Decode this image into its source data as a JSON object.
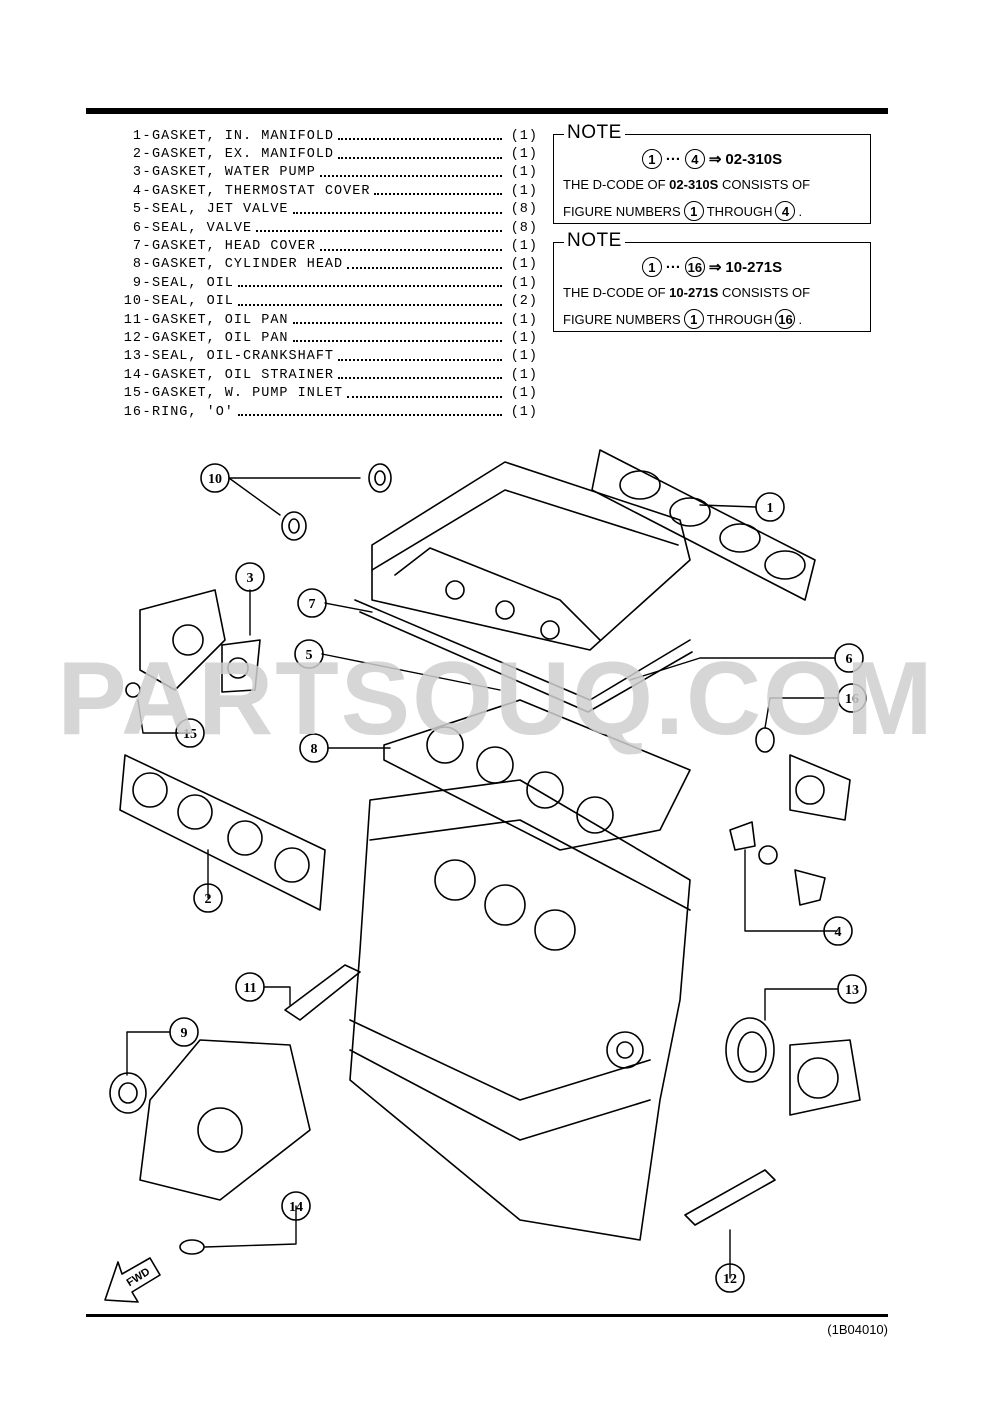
{
  "parts": [
    {
      "num": "1",
      "name": "GASKET, IN. MANIFOLD",
      "qty": "(1)"
    },
    {
      "num": "2",
      "name": "GASKET, EX. MANIFOLD",
      "qty": "(1)"
    },
    {
      "num": "3",
      "name": "GASKET, WATER PUMP",
      "qty": "(1)"
    },
    {
      "num": "4",
      "name": "GASKET, THERMOSTAT COVER",
      "qty": "(1)"
    },
    {
      "num": "5",
      "name": "SEAL, JET VALVE",
      "qty": "(8)"
    },
    {
      "num": "6",
      "name": "SEAL, VALVE",
      "qty": "(8)"
    },
    {
      "num": "7",
      "name": "GASKET, HEAD COVER",
      "qty": "(1)"
    },
    {
      "num": "8",
      "name": "GASKET, CYLINDER HEAD",
      "qty": "(1)"
    },
    {
      "num": "9",
      "name": "SEAL, OIL",
      "qty": "(1)"
    },
    {
      "num": "10",
      "name": "SEAL, OIL",
      "qty": "(2)"
    },
    {
      "num": "11",
      "name": "GASKET, OIL PAN",
      "qty": "(1)"
    },
    {
      "num": "12",
      "name": "GASKET, OIL PAN",
      "qty": "(1)"
    },
    {
      "num": "13",
      "name": "SEAL, OIL-CRANKSHAFT",
      "qty": "(1)"
    },
    {
      "num": "14",
      "name": "GASKET, OIL STRAINER",
      "qty": "(1)"
    },
    {
      "num": "15",
      "name": "GASKET, W. PUMP INLET",
      "qty": "(1)"
    },
    {
      "num": "16",
      "name": "RING, 'O'",
      "qty": "(1)"
    }
  ],
  "notes": [
    {
      "label": "NOTE",
      "from": "1",
      "to": "4",
      "arrow": "⇒",
      "ellipsis": "···",
      "code": "02-310S",
      "line2_pre": "THE D-CODE OF ",
      "line2_code": "02-310S",
      "line2_post": " CONSISTS OF",
      "line3_pre": "FIGURE NUMBERS",
      "line3_mid": "THROUGH",
      "line3_post": "."
    },
    {
      "label": "NOTE",
      "from": "1",
      "to": "16",
      "arrow": "⇒",
      "ellipsis": "···",
      "code": "10-271S",
      "line2_pre": "THE D-CODE OF ",
      "line2_code": "10-271S",
      "line2_post": " CONSISTS OF",
      "line3_pre": "FIGURE NUMBERS",
      "line3_mid": "THROUGH",
      "line3_post": "."
    }
  ],
  "callouts": [
    "1",
    "2",
    "3",
    "4",
    "5",
    "6",
    "7",
    "8",
    "9",
    "10",
    "11",
    "12",
    "13",
    "14",
    "15",
    "16"
  ],
  "fwd_label": "FWD",
  "watermark": "PARTSOUQ.COM",
  "ref_code": "(1B04010)"
}
